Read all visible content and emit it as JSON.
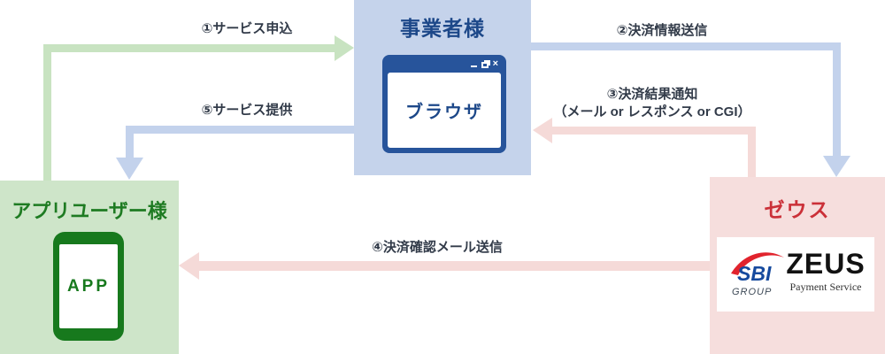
{
  "diagram": {
    "merchant": {
      "title": "事業者様",
      "browser": {
        "label": "ブラウザ",
        "close_glyph": "×"
      }
    },
    "app_user": {
      "title": "アプリユーザー様",
      "app_label": "APP"
    },
    "zeus": {
      "title": "ゼウス",
      "logo": {
        "sbi": "SBI",
        "group": "GROUP",
        "zeus": "ZEUS",
        "tagline": "Payment Service"
      }
    },
    "flows": [
      {
        "step": "①サービス申込"
      },
      {
        "step": "②決済情報送信"
      },
      {
        "step": "③決済結果通知",
        "note": "（メール or レスポンス or CGI）"
      },
      {
        "step": "④決済確認メール送信"
      },
      {
        "step": "⑤サービス提供"
      }
    ],
    "colors": {
      "merchant_bg": "#c5d3eb",
      "merchant_text": "#1d4889",
      "browser_frame": "#27549b",
      "user_bg": "#cee5c9",
      "user_text": "#1e7b22",
      "phone_green": "#17791d",
      "zeus_bg": "#f6dedd",
      "zeus_text": "#cb3038",
      "arrow_green": "#c8e3c1",
      "arrow_blue": "#c3d2ec",
      "arrow_pink": "#f5dad8",
      "label_text": "#323b49",
      "sbi_blue": "#164a9e",
      "sbi_red": "#e1232d",
      "logo_black": "#121212"
    }
  }
}
